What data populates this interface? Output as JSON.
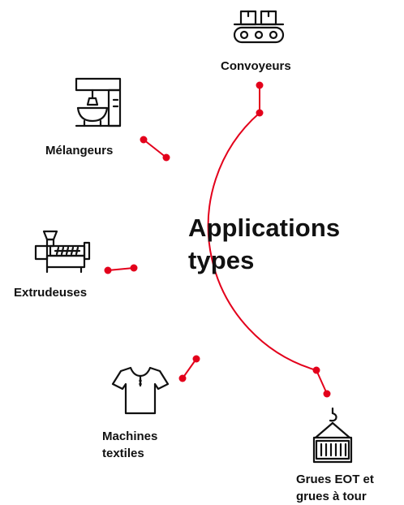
{
  "title": {
    "line1": "Applications",
    "line2": "types"
  },
  "accent_color": "#e3001b",
  "text_color": "#111111",
  "applications": [
    {
      "label": "Convoyeurs",
      "icon": "conveyor-icon"
    },
    {
      "label": "Mélangeurs",
      "icon": "mixer-icon"
    },
    {
      "label": "Extrudeuses",
      "icon": "extruder-icon"
    },
    {
      "label_line1": "Machines",
      "label_line2": "textiles",
      "icon": "tshirt-icon"
    },
    {
      "label_line1": "Grues EOT et",
      "label_line2": "grues à tour",
      "icon": "crane-container-icon"
    }
  ]
}
